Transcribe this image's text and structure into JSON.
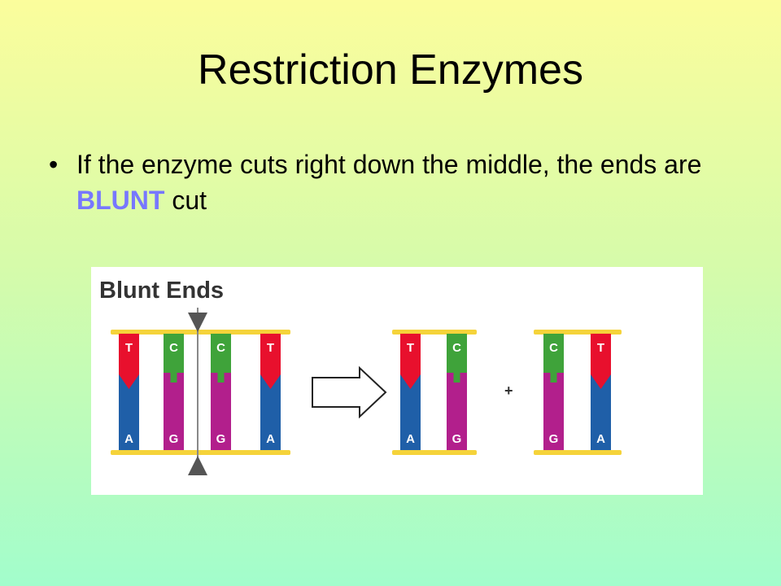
{
  "slide": {
    "title": "Restriction Enzymes",
    "bullet": {
      "before": "If the enzyme cuts right down the middle, the ends are ",
      "highlight": "BLUNT",
      "after": " cut"
    }
  },
  "diagram": {
    "heading": "Blunt Ends",
    "plus": "+",
    "colors": {
      "backbone": "#f5d33a",
      "T": "#e8102d",
      "A": "#1f5fa8",
      "C": "#3fa33a",
      "G": "#b21f8c",
      "cut_line": "#888888",
      "marker": "#555555"
    },
    "left_strand": [
      {
        "top": "T",
        "bottom": "A"
      },
      {
        "top": "C",
        "bottom": "G"
      },
      {
        "top": "C",
        "bottom": "G"
      },
      {
        "top": "T",
        "bottom": "A"
      }
    ],
    "fragment_1": [
      {
        "top": "T",
        "bottom": "A"
      },
      {
        "top": "C",
        "bottom": "G"
      }
    ],
    "fragment_2": [
      {
        "top": "C",
        "bottom": "G"
      },
      {
        "top": "T",
        "bottom": "A"
      }
    ]
  }
}
